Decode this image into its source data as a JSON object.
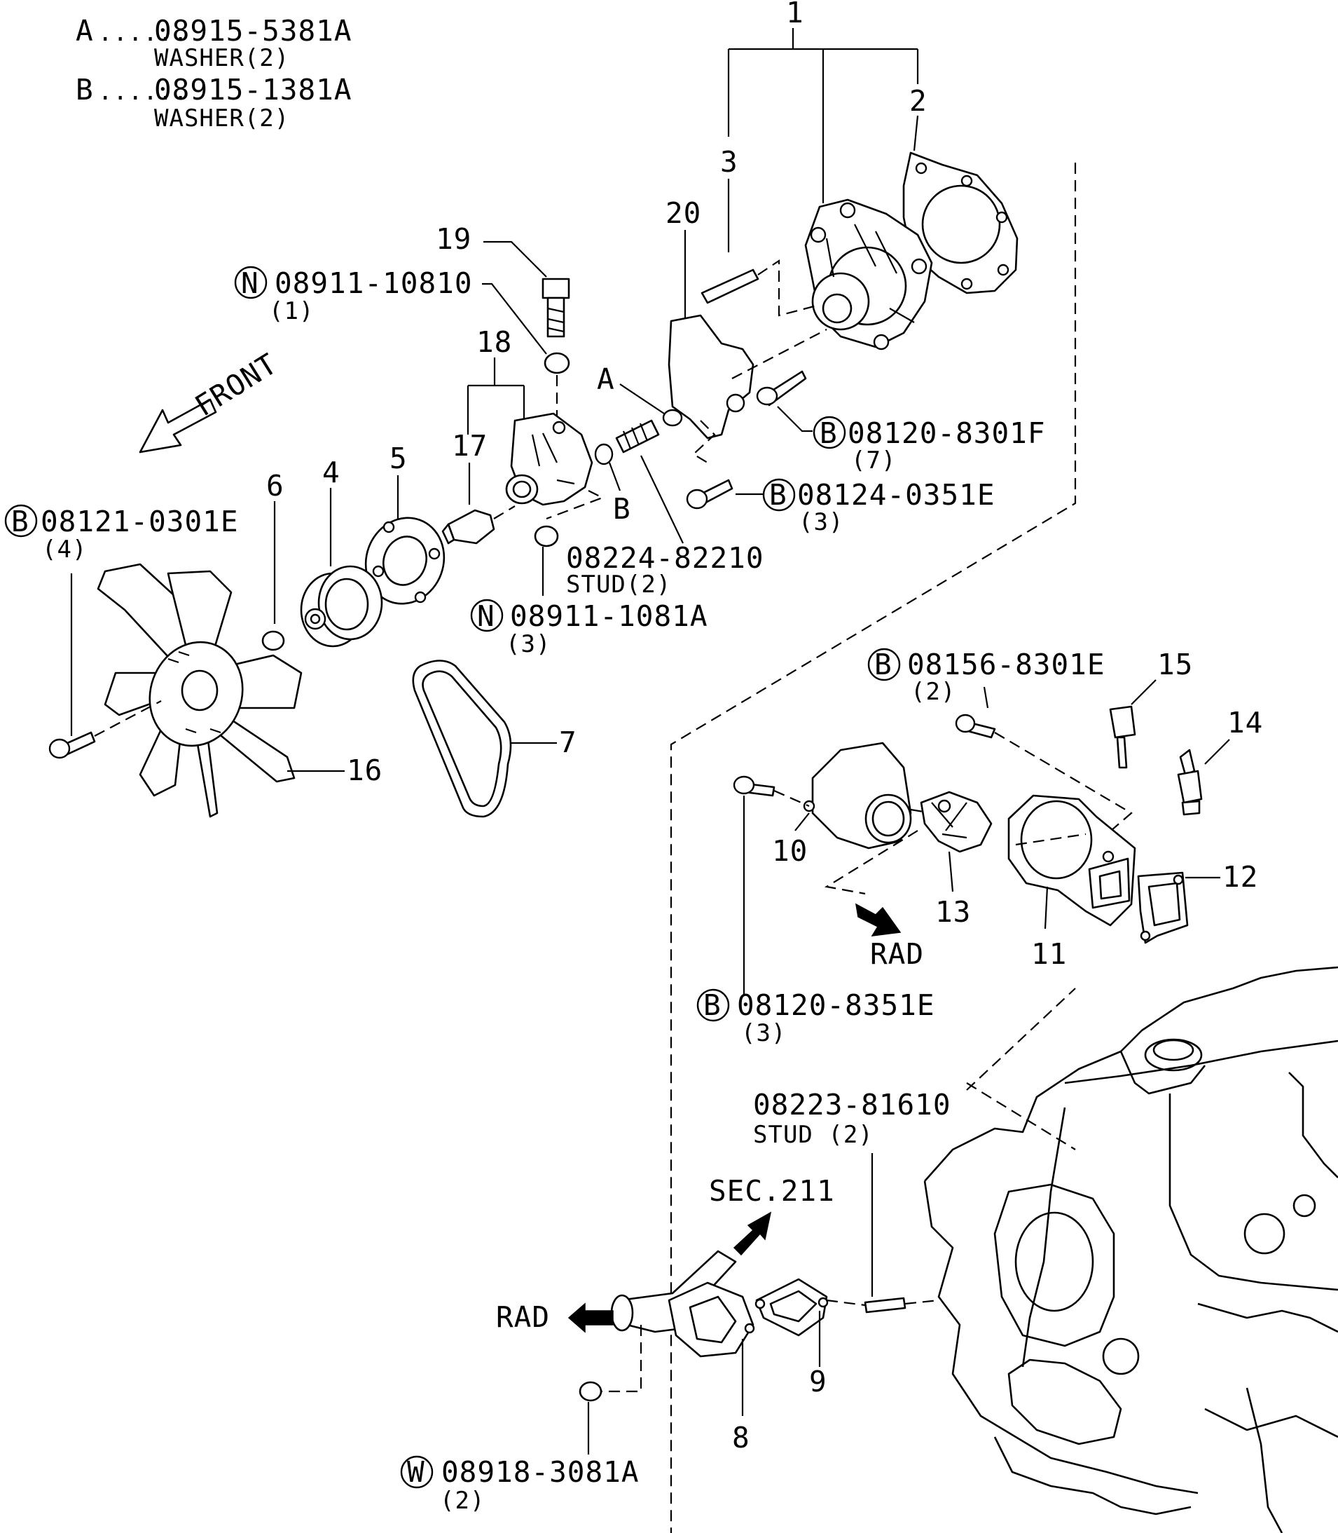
{
  "legend": [
    {
      "letter": "A",
      "dots": "......",
      "part_no": "08915-5381A",
      "desc": "WASHER(2)"
    },
    {
      "letter": "B",
      "dots": "......",
      "part_no": "08915-1381A",
      "desc": "WASHER(2)"
    }
  ],
  "front_label": "FRONT",
  "callouts": {
    "c1": "1",
    "c2": "2",
    "c3": "3",
    "c4": "4",
    "c5": "5",
    "c6": "6",
    "c7": "7",
    "c8": "8",
    "c9": "9",
    "c10": "10",
    "c11": "11",
    "c12": "12",
    "c13": "13",
    "c14": "14",
    "c15": "15",
    "c16": "16",
    "c17": "17",
    "c18": "18",
    "c19": "19",
    "c20": "20",
    "a": "A",
    "b": "B"
  },
  "parts": {
    "p_08911_10810": {
      "prefix": "N",
      "no": "08911-10810",
      "qty": "(1)"
    },
    "p_08120_8301f": {
      "prefix": "B",
      "no": "08120-8301F",
      "qty": "(7)"
    },
    "p_08124_0351e": {
      "prefix": "B",
      "no": "08124-0351E",
      "qty": "(3)"
    },
    "p_08121_0301e": {
      "prefix": "B",
      "no": "08121-0301E",
      "qty": "(4)"
    },
    "p_08224_82210": {
      "no": "08224-82210",
      "desc": "STUD(2)"
    },
    "p_08911_1081a": {
      "prefix": "N",
      "no": "08911-1081A",
      "qty": "(3)"
    },
    "p_08156_8301e": {
      "prefix": "B",
      "no": "08156-8301E",
      "qty": "(2)"
    },
    "p_08120_8351e": {
      "prefix": "B",
      "no": "08120-8351E",
      "qty": "(3)"
    },
    "p_08223_81610": {
      "no": "08223-81610",
      "desc": "STUD (2)"
    },
    "p_08918_3081a": {
      "prefix": "W",
      "no": "08918-3081A",
      "qty": "(2)"
    }
  },
  "arrows": {
    "rad_upper": "RAD",
    "rad_lower": "RAD",
    "sec": "SEC.211"
  }
}
